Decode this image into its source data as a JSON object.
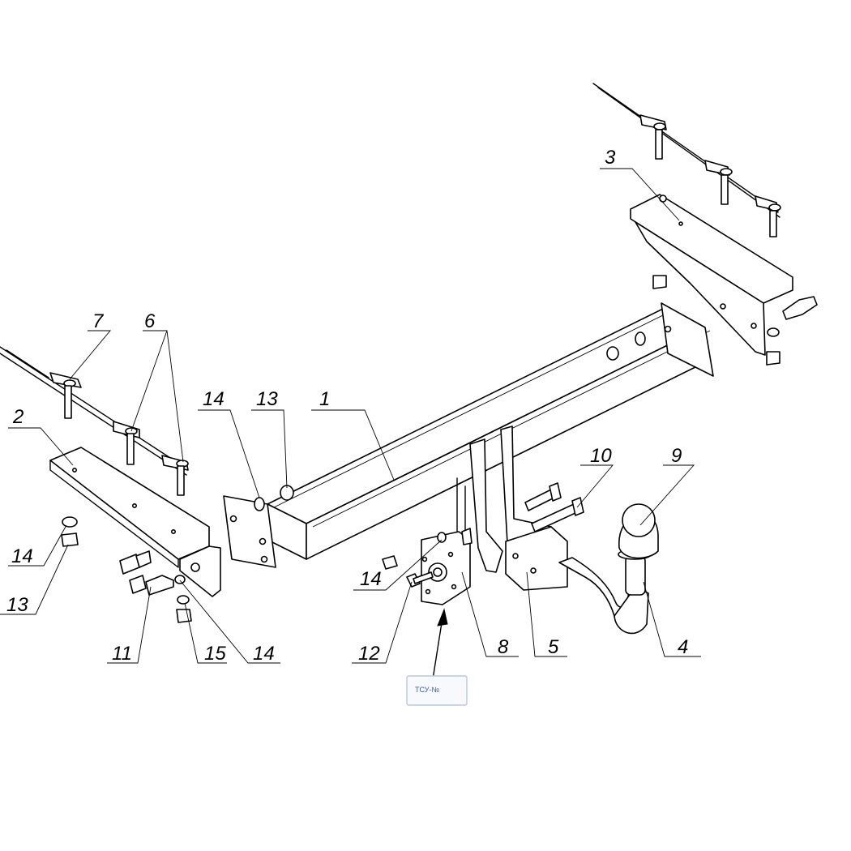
{
  "callouts": [
    {
      "id": "c1",
      "label": "1"
    },
    {
      "id": "c2",
      "label": "2"
    },
    {
      "id": "c3",
      "label": "3"
    },
    {
      "id": "c4",
      "label": "4"
    },
    {
      "id": "c5",
      "label": "5"
    },
    {
      "id": "c6",
      "label": "6"
    },
    {
      "id": "c7",
      "label": "7"
    },
    {
      "id": "c8",
      "label": "8"
    },
    {
      "id": "c9",
      "label": "9"
    },
    {
      "id": "c10",
      "label": "10"
    },
    {
      "id": "c11",
      "label": "11"
    },
    {
      "id": "c12",
      "label": "12"
    },
    {
      "id": "c13a",
      "label": "13"
    },
    {
      "id": "c13b",
      "label": "13"
    },
    {
      "id": "c14a",
      "label": "14"
    },
    {
      "id": "c14b",
      "label": "14"
    },
    {
      "id": "c14c",
      "label": "14"
    },
    {
      "id": "c14d",
      "label": "14"
    },
    {
      "id": "c15",
      "label": "15"
    }
  ],
  "serial_plate": {
    "text": "ТСУ-№"
  },
  "colors": {
    "line": "#000000",
    "background": "#ffffff",
    "plate_border": "#b9c9e0"
  }
}
